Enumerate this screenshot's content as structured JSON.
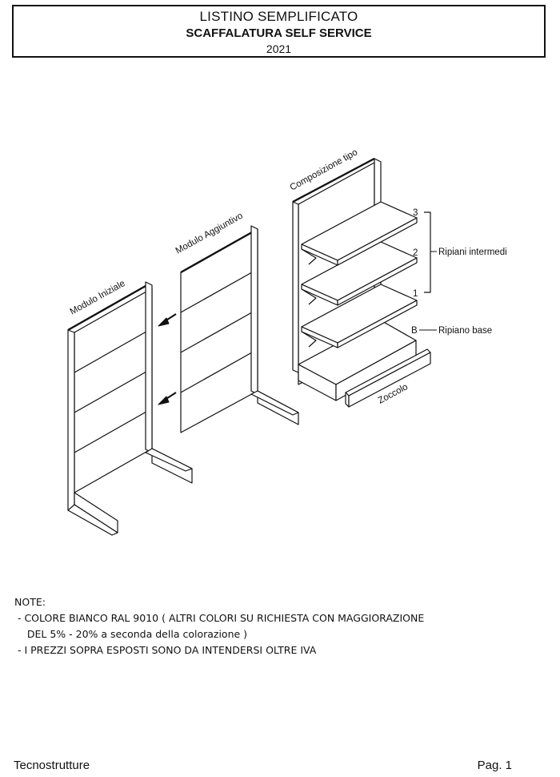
{
  "header": {
    "title": "LISTINO SEMPLIFICATO",
    "subtitle": "SCAFFALATURA SELF SERVICE",
    "year": "2021"
  },
  "figure": {
    "labels": {
      "modulo_iniziale": "Modulo Iniziale",
      "modulo_aggiuntivo": "Modulo Aggiuntivo",
      "composizione_tipo": "Composizione tipo",
      "ripiani_intermedi": "Ripiani intermedi",
      "ripiano_base": "Ripiano base",
      "zoccolo": "Zoccolo",
      "shelf_3": "3",
      "shelf_2": "2",
      "shelf_1": "1",
      "shelf_b": "B"
    }
  },
  "notes": {
    "heading": "NOTE:",
    "lines": [
      " - COLORE BIANCO RAL 9010 ( ALTRI COLORI SU RICHIESTA CON MAGGIORAZIONE",
      "    DEL 5% - 20% a seconda della colorazione )",
      " - I PREZZI SOPRA ESPOSTI SONO DA INTENDERSI OLTRE IVA"
    ]
  },
  "footer": {
    "company": "Tecnostrutture",
    "page": "Pag. 1"
  }
}
